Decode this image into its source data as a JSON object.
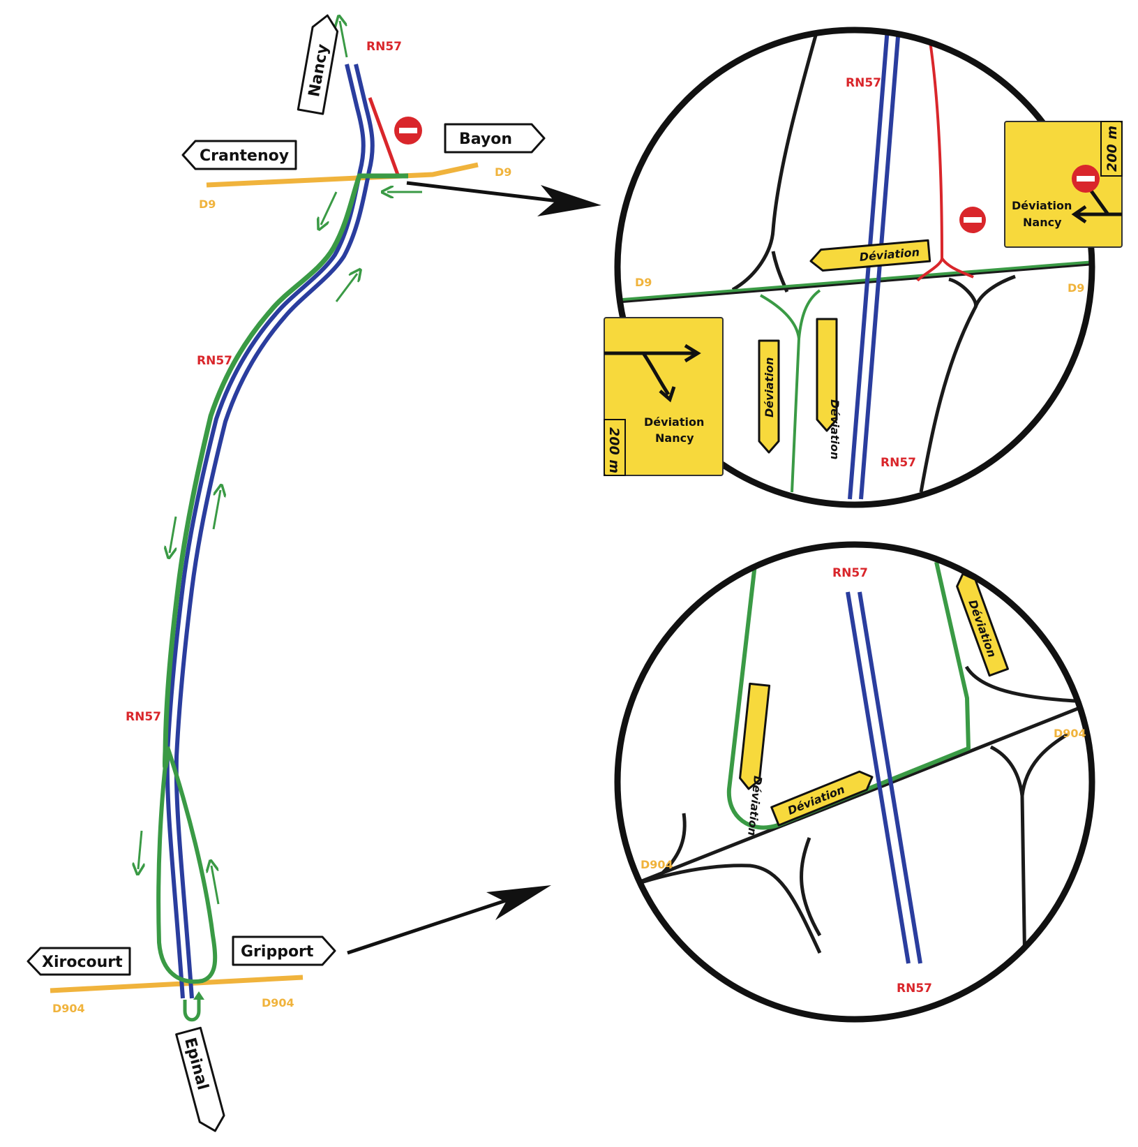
{
  "colors": {
    "motorway": "#2a3d9e",
    "detour": "#3a9a45",
    "closed": "#d9262b",
    "departmental": "#f0b33c",
    "local": "#1a1a1a",
    "sign_yellow": "#f7d93c"
  },
  "overview": {
    "direction_signs": {
      "nancy": "Nancy",
      "crantenoy": "Crantenoy",
      "bayon": "Bayon",
      "xirocourt": "Xirocourt",
      "gripport": "Gripport",
      "epinal": "Epinal"
    },
    "road_labels": {
      "rn57_top": "RN57",
      "rn57_middle": "RN57",
      "rn57_lower": "RN57",
      "d9_left": "D9",
      "d9_right": "D9",
      "d904_left": "D904",
      "d904_right": "D904"
    },
    "no_entry_icon": "no-entry-icon"
  },
  "detail_north": {
    "road_labels": {
      "rn57_top": "RN57",
      "rn57_bottom": "RN57",
      "d9_left": "D9",
      "d9_right": "D9"
    },
    "deviation_signs": [
      "Déviation",
      "Déviation",
      "Déviation"
    ],
    "panel_left": {
      "line1": "Déviation",
      "line2": "Nancy",
      "distance": "200 m"
    },
    "panel_right": {
      "line1": "Déviation",
      "line2": "Nancy",
      "distance": "200 m"
    }
  },
  "detail_south": {
    "road_labels": {
      "rn57_top": "RN57",
      "rn57_bottom": "RN57",
      "d904_left": "D904",
      "d904_right": "D904"
    },
    "deviation_signs": [
      "Déviation",
      "Déviation",
      "Déviation"
    ]
  }
}
